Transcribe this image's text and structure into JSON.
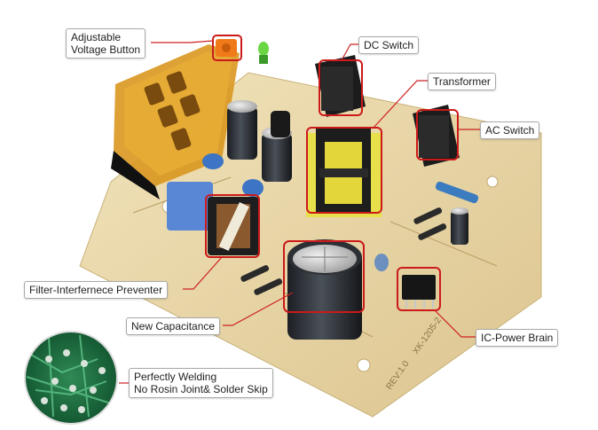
{
  "image": {
    "subject": "power-supply-circuit-board",
    "highlight_color": "#cc1a1a",
    "board_color": "#e8d6a8"
  },
  "callouts": {
    "adjustable_voltage_line1": "Adjustable",
    "adjustable_voltage_line2": "Voltage Button",
    "dc_switch": "DC Switch",
    "transformer": "Transformer",
    "ac_switch": "AC Switch",
    "filter": "Filter-Interfernece Preventer",
    "new_capacitance": "New Capacitance",
    "ic_power_brain": "IC-Power Brain",
    "welding_line1": "Perfectly Welding",
    "welding_line2": "No Rosin Joint& Solder Skip"
  },
  "board_print": {
    "model_text": "XK-1205-2",
    "rev_text": "REV:1.0"
  }
}
